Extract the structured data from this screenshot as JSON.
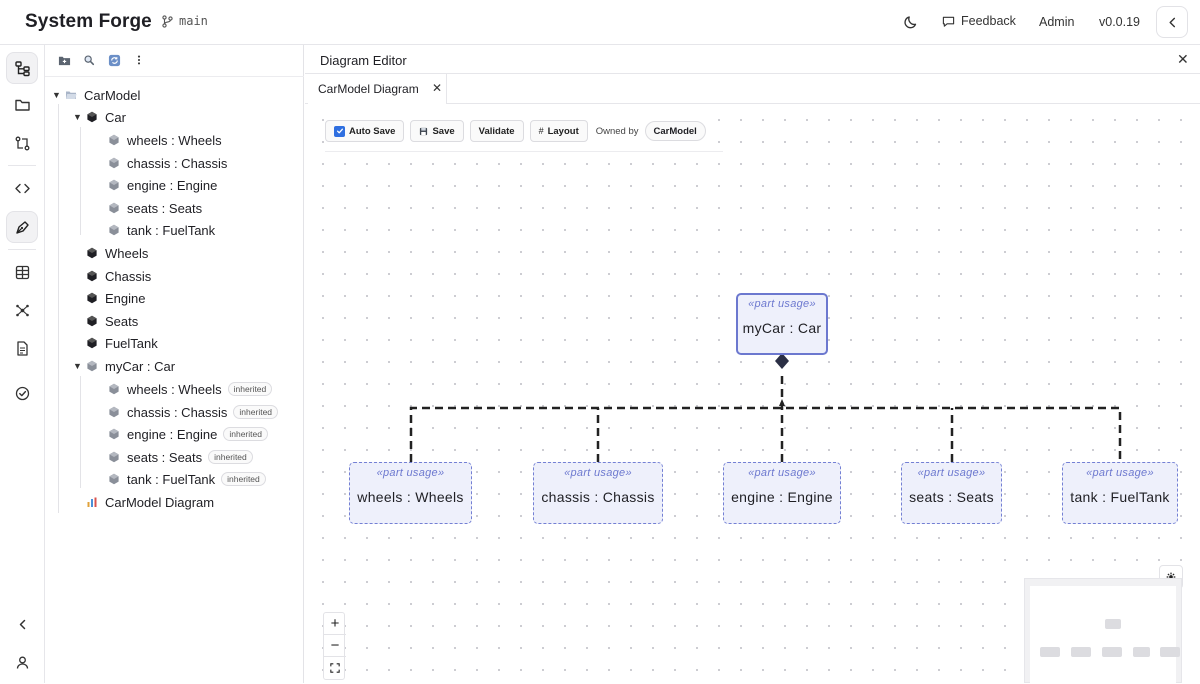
{
  "app": {
    "title": "System Forge",
    "branch": "main",
    "feedback_label": "Feedback",
    "user_label": "Admin",
    "version": "v0.0.19"
  },
  "rail": {
    "items": [
      {
        "name": "tree-icon",
        "active": true
      },
      {
        "name": "folder-icon"
      },
      {
        "name": "git-compare-icon"
      },
      {
        "name": "code-icon"
      },
      {
        "name": "pen-tool-icon",
        "active": true
      },
      {
        "name": "table-icon"
      },
      {
        "name": "network-icon"
      },
      {
        "name": "document-icon"
      },
      {
        "name": "check-circle-icon"
      }
    ],
    "bottom": [
      {
        "name": "chevron-left-icon"
      },
      {
        "name": "user-icon"
      }
    ]
  },
  "tree": {
    "toolbar": [
      "new-folder-icon",
      "search-icon",
      "refresh-icon",
      "more-vertical-icon"
    ],
    "root": "CarModel",
    "car": "Car",
    "car_parts": [
      "wheels : Wheels",
      "chassis : Chassis",
      "engine : Engine",
      "seats : Seats",
      "tank : FuelTank"
    ],
    "definitions": [
      "Wheels",
      "Chassis",
      "Engine",
      "Seats",
      "FuelTank"
    ],
    "usage": "myCar : Car",
    "usage_parts": [
      "wheels : Wheels",
      "chassis : Chassis",
      "engine : Engine",
      "seats : Seats",
      "tank : FuelTank"
    ],
    "inherited_label": "inherited",
    "diagram": "CarModel Diagram"
  },
  "editor": {
    "title": "Diagram Editor",
    "tab_label": "CarModel Diagram",
    "toolbar": {
      "auto_save": "Auto Save",
      "auto_save_checked": true,
      "save": "Save",
      "validate": "Validate",
      "layout": "Layout",
      "owned_by_label": "Owned by",
      "owner": "CarModel"
    },
    "diagram": {
      "stereotype": "«part usage»",
      "parent": "myCar : Car",
      "children": [
        "wheels : Wheels",
        "chassis : Chassis",
        "engine : Engine",
        "seats : Seats",
        "tank : FuelTank"
      ]
    },
    "zoom_controls": [
      "zoom-in",
      "zoom-out",
      "fit-view"
    ]
  },
  "colors": {
    "accent": "#2f6fe0",
    "node_border": "#6c78cf",
    "node_fill": "#eef0fb",
    "connector": "#222222"
  }
}
